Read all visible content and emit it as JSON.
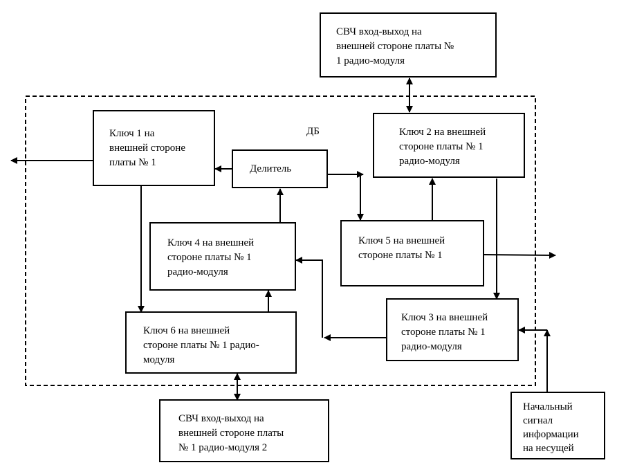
{
  "diagram": {
    "region_label": "ДБ",
    "blocks": {
      "svch_top": [
        "СВЧ вход-выход на",
        "внешней стороне платы №",
        "1 радио-модуля"
      ],
      "key1": [
        "Ключ 1 на",
        "внешней стороне",
        "платы № 1"
      ],
      "divider": [
        "Делитель"
      ],
      "key2": [
        "Ключ 2 на внешней",
        "стороне платы № 1",
        "радио-модуля"
      ],
      "key4": [
        "Ключ 4 на внешней",
        "стороне платы № 1",
        "радио-модуля"
      ],
      "key5": [
        "Ключ 5 на внешней",
        "стороне платы № 1"
      ],
      "key3": [
        "Ключ 3 на внешней",
        "стороне платы № 1",
        "радио-модуля"
      ],
      "key6": [
        "Ключ 6 на внешней",
        "стороне платы № 1 радио-",
        "модуля"
      ],
      "svch_bottom": [
        "СВЧ вход-выход на",
        "внешней стороне платы",
        "№ 1 радио-модуля 2"
      ],
      "initial_signal": [
        "Начальный",
        "сигнал",
        "информации",
        "на несущей"
      ]
    }
  }
}
